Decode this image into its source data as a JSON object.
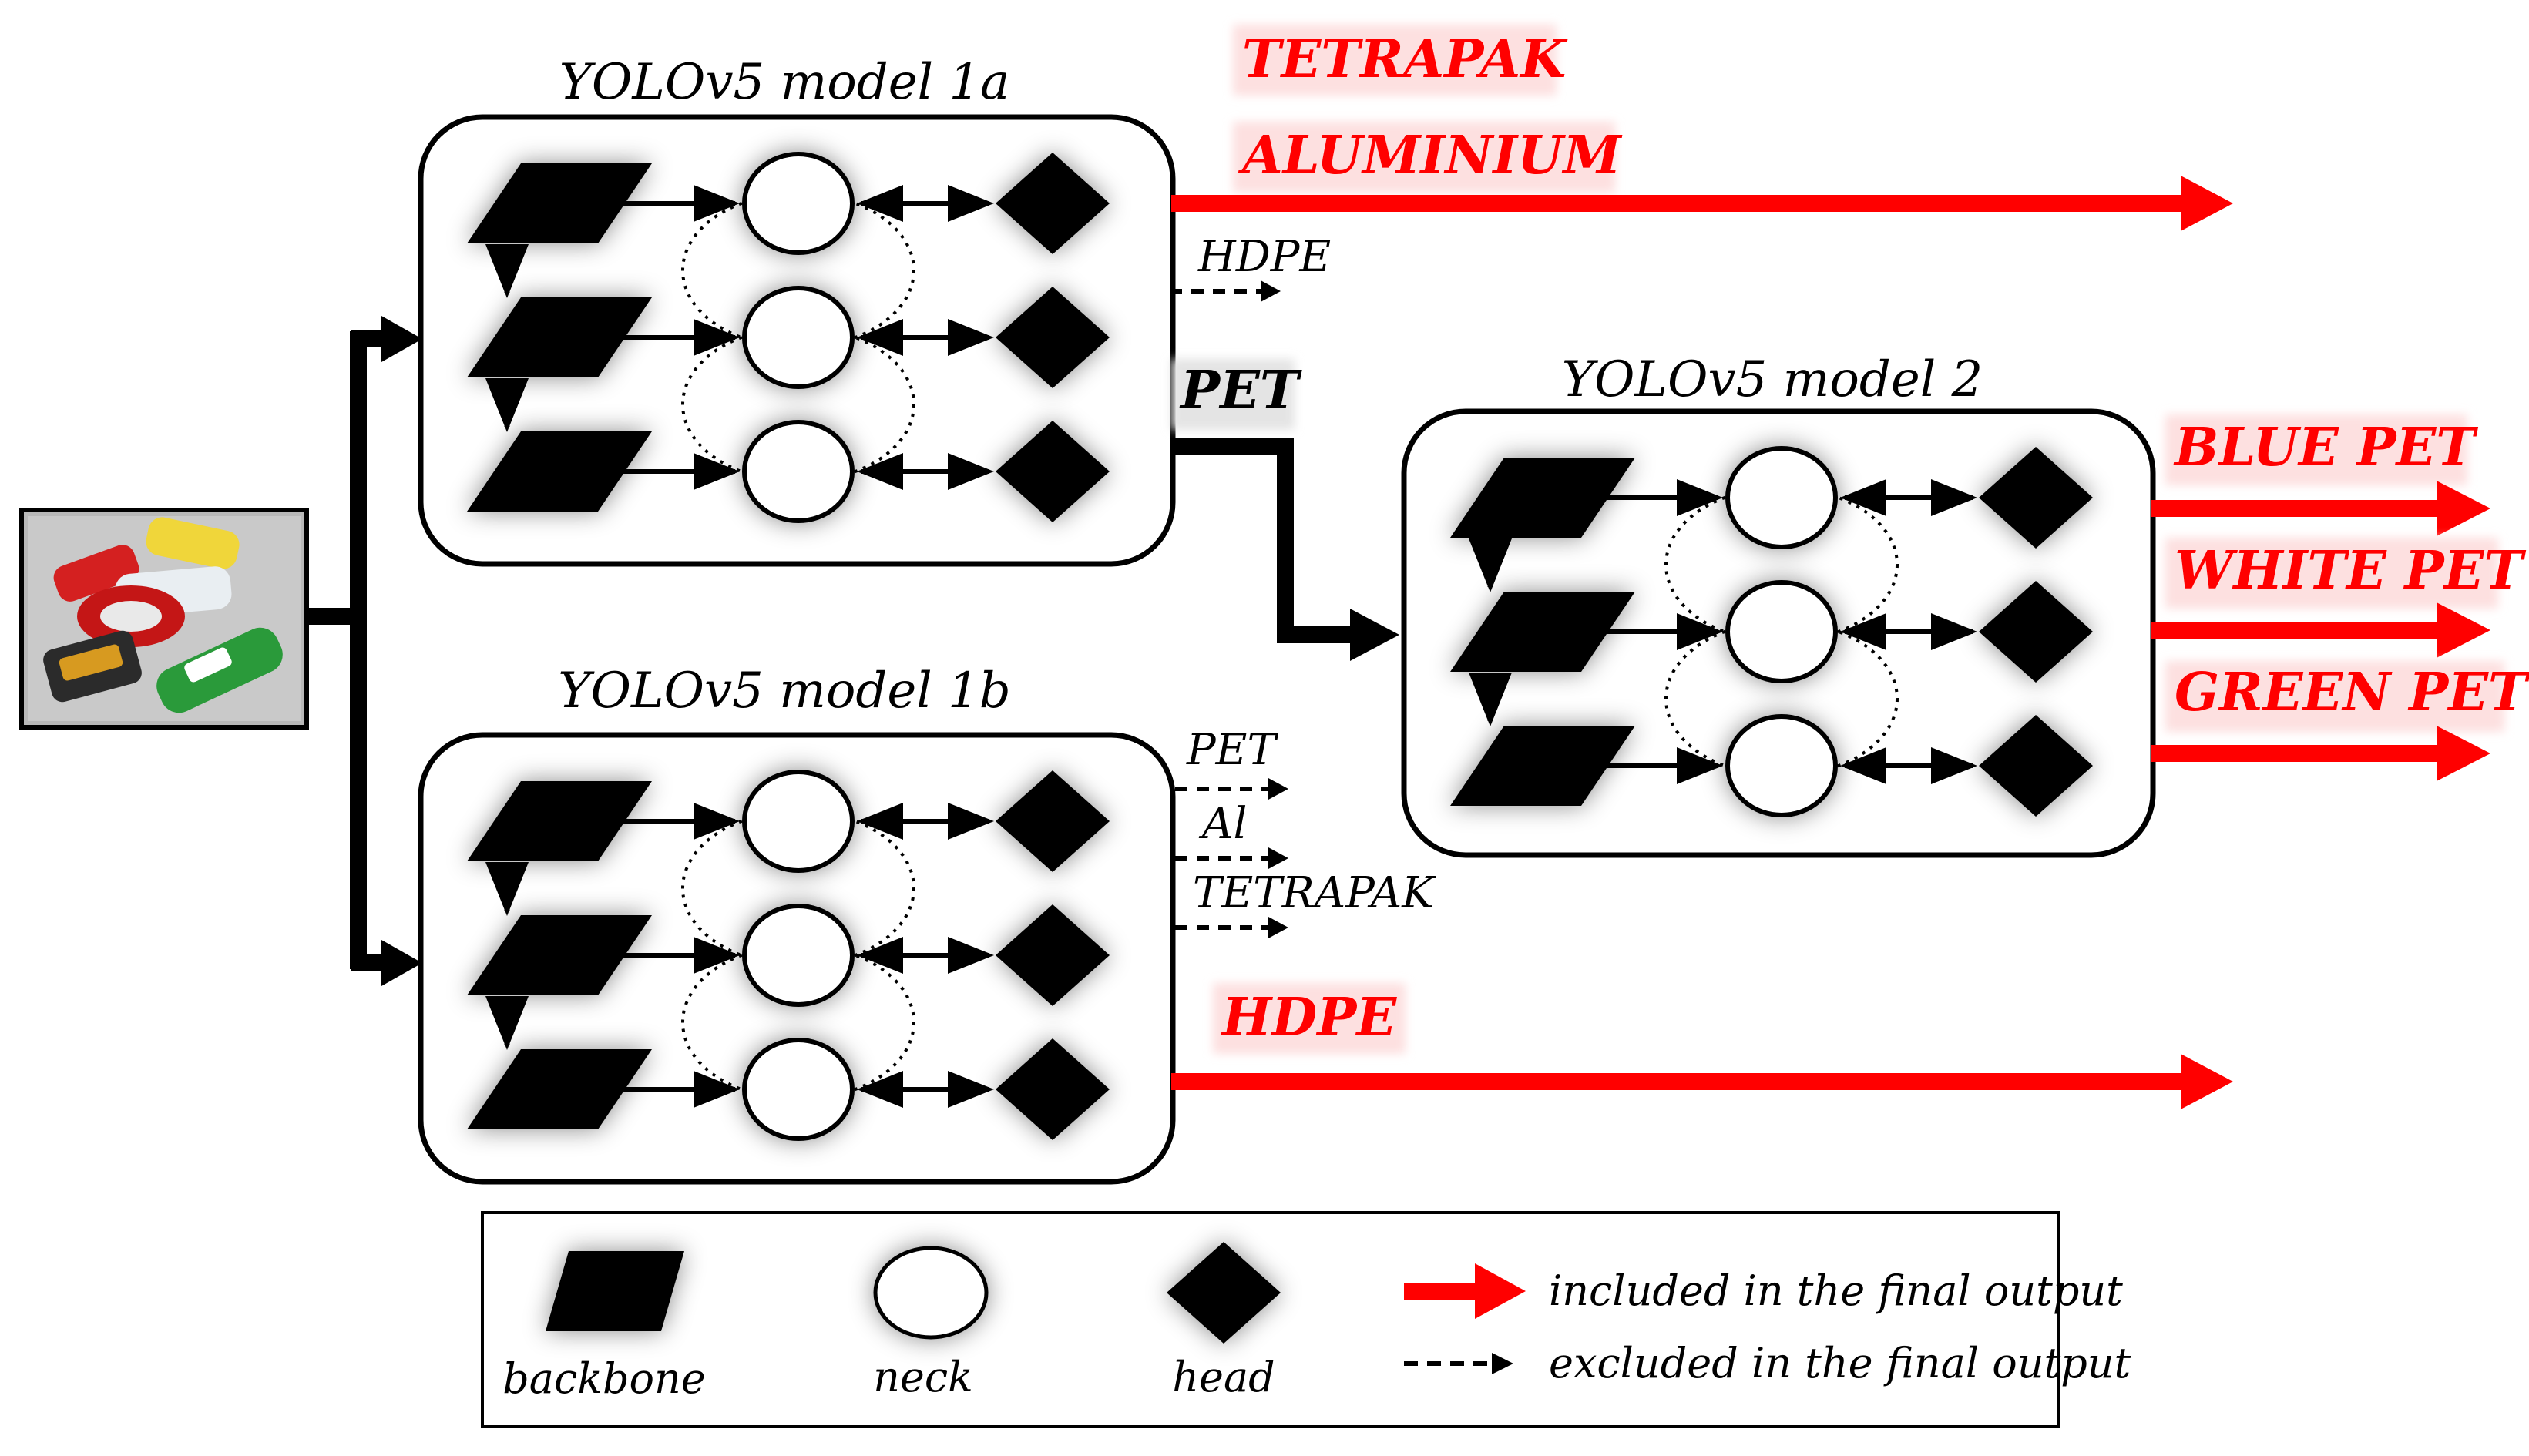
{
  "models": {
    "m1a": {
      "title": "YOLOv5 model 1a"
    },
    "m1b": {
      "title": "YOLOv5 model 1b"
    },
    "m2": {
      "title": "YOLOv5 model 2"
    }
  },
  "outputs_1a": {
    "included": [
      "TETRAPAK",
      "ALUMINIUM"
    ],
    "excluded": [
      "HDPE"
    ],
    "forwarded": "PET"
  },
  "outputs_1b": {
    "excluded": [
      "PET",
      "Al",
      "TETRAPAK"
    ],
    "included": [
      "HDPE"
    ]
  },
  "outputs_2": {
    "included": [
      "BLUE PET",
      "WHITE PET",
      "GREEN PET"
    ]
  },
  "legend": {
    "backbone": "backbone",
    "neck": "neck",
    "head": "head",
    "included": "included in the final output",
    "excluded": "excluded in the final output"
  },
  "colors": {
    "included_arrow": "#ff0000",
    "label_highlight": "#fde0e0",
    "pet_highlight": "#e6e6e6"
  }
}
